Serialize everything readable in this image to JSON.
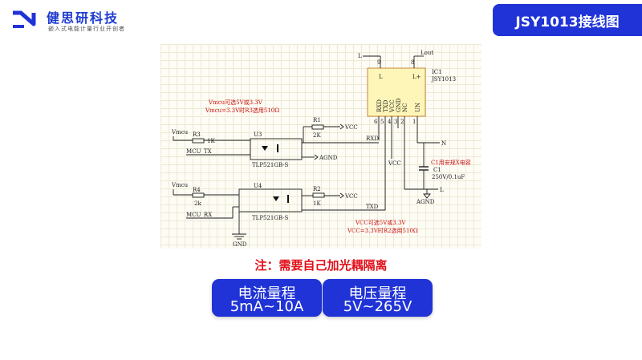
{
  "brand": {
    "name": "健思研科技",
    "slogan": "嵌入式电能计量行业开创者"
  },
  "title": "JSY1013接线图",
  "schematic": {
    "note_vmcu_1": "Vmcu可选5V或3.3V",
    "note_vmcu_2": "Vmcu=3.3V时R3选用510Ω",
    "note_vcc_1": "VCC可选5V或3.3V",
    "note_vcc_2": "VCC=3.3V时R2选用510Ω",
    "note_c1": "C1用安规X电容",
    "ic_ref": "IC1",
    "ic_name": "JSY1013",
    "pins": [
      "RXD",
      "TXD",
      "VCC",
      "GND",
      "NC",
      "UN"
    ],
    "pin_nums": [
      "6",
      "5",
      "4",
      "3",
      "2",
      "1"
    ],
    "top_pin_l": "L",
    "top_pin_lout": "L+",
    "top_pin_l_num": "9",
    "top_pin_lout_num": "8",
    "net_l": "L",
    "net_lout": "Lout",
    "net_n": "N",
    "net_l_bottom": "L",
    "r1_ref": "R1",
    "r1_val": "2K",
    "r2_ref": "R2",
    "r2_val": "1K",
    "r3_ref": "R3",
    "r3_val": "1K",
    "r4_ref": "R4",
    "r4_val": "2k",
    "u3_ref": "U3",
    "u3_part": "TLP521GB-S",
    "u4_ref": "U4",
    "u4_part": "TLP521GB-S",
    "c1_ref": "C1",
    "c1_val": "250V/0.1uF",
    "vcc": "VCC",
    "vmcu": "Vmcu",
    "mcu_tx": "MCU_TX",
    "mcu_rx": "MCU_RX",
    "rxd": "RXD",
    "txd": "TXD",
    "agnd": "AGND",
    "gnd": "GND"
  },
  "notice": "注：需要自己加光耦隔离",
  "specs": [
    {
      "title": "电流量程",
      "value": "5mA~10A"
    },
    {
      "title": "电压量程",
      "value": "5V~265V"
    }
  ]
}
